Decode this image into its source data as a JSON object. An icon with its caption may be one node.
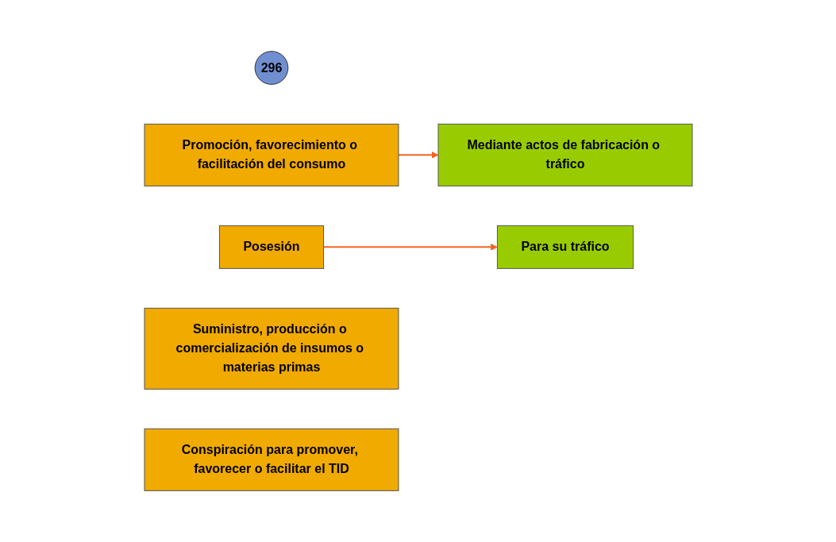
{
  "diagram": {
    "nodes": [
      {
        "text": [
          "296"
        ]
      },
      {
        "text": [
          "Promoción, favorecimiento o facilitación del consumo"
        ]
      },
      {
        "text": [
          "Mediante actos de fabricación o tráfico"
        ]
      },
      {
        "text": [
          "Posesión"
        ]
      },
      {
        "text": [
          "Para su tráfico"
        ]
      },
      {
        "text": [
          "Suministro, producción o comercialización de insumos o materias primas"
        ]
      },
      {
        "text": [
          "Conspiración para promover, favorecer o facilitar el TID"
        ]
      }
    ],
    "edges": [
      {
        "from": 1,
        "to": 2,
        "arrow": "to"
      },
      {
        "from": 3,
        "to": 4,
        "arrow": "to"
      }
    ]
  }
}
